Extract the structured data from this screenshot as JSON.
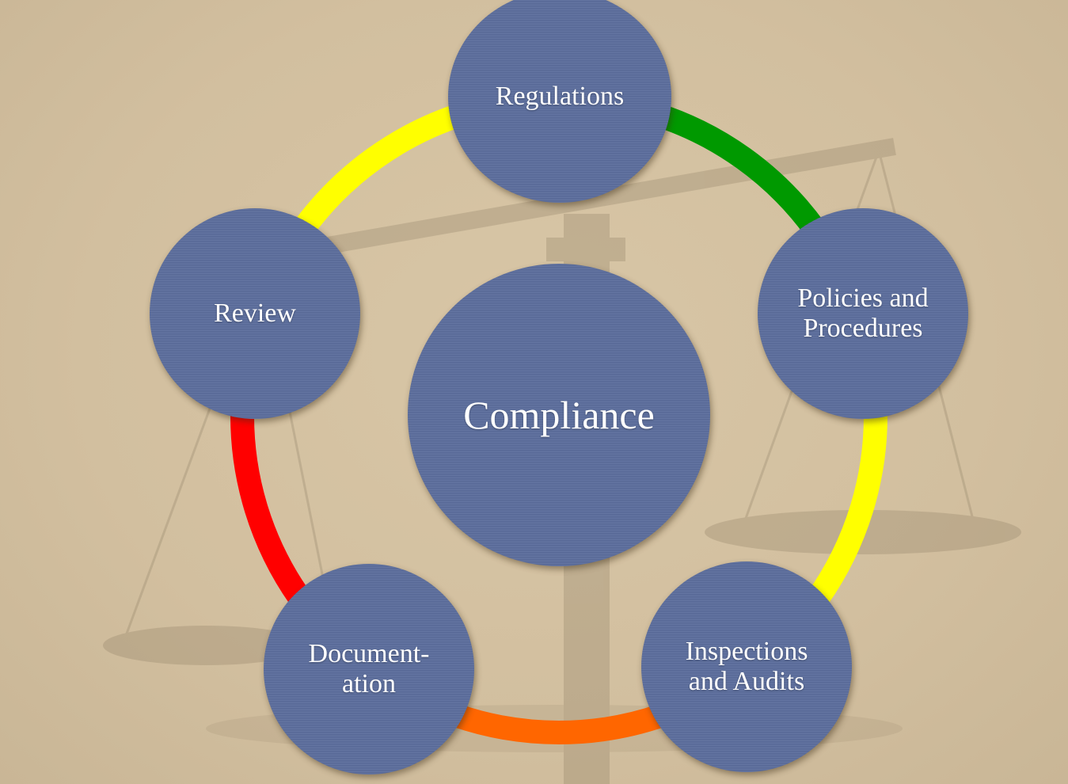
{
  "diagram": {
    "center": {
      "label": "Compliance"
    },
    "nodes": [
      {
        "id": "regulations",
        "label": "Regulations"
      },
      {
        "id": "policies",
        "label": "Policies and\nProcedures"
      },
      {
        "id": "inspections",
        "label": "Inspections\nand Audits"
      },
      {
        "id": "documentation",
        "label": "Document-\nation"
      },
      {
        "id": "review",
        "label": "Review"
      }
    ],
    "connectors": [
      {
        "from": "regulations",
        "to": "policies",
        "color": "#009900"
      },
      {
        "from": "policies",
        "to": "inspections",
        "color": "#ffff00"
      },
      {
        "from": "inspections",
        "to": "documentation",
        "color": "#ff6600"
      },
      {
        "from": "documentation",
        "to": "review",
        "color": "#ff0000"
      },
      {
        "from": "review",
        "to": "regulations",
        "color": "#ffff00"
      }
    ],
    "colors": {
      "node_fill": "#5b6d9c",
      "background": "#d3c0a0"
    }
  }
}
